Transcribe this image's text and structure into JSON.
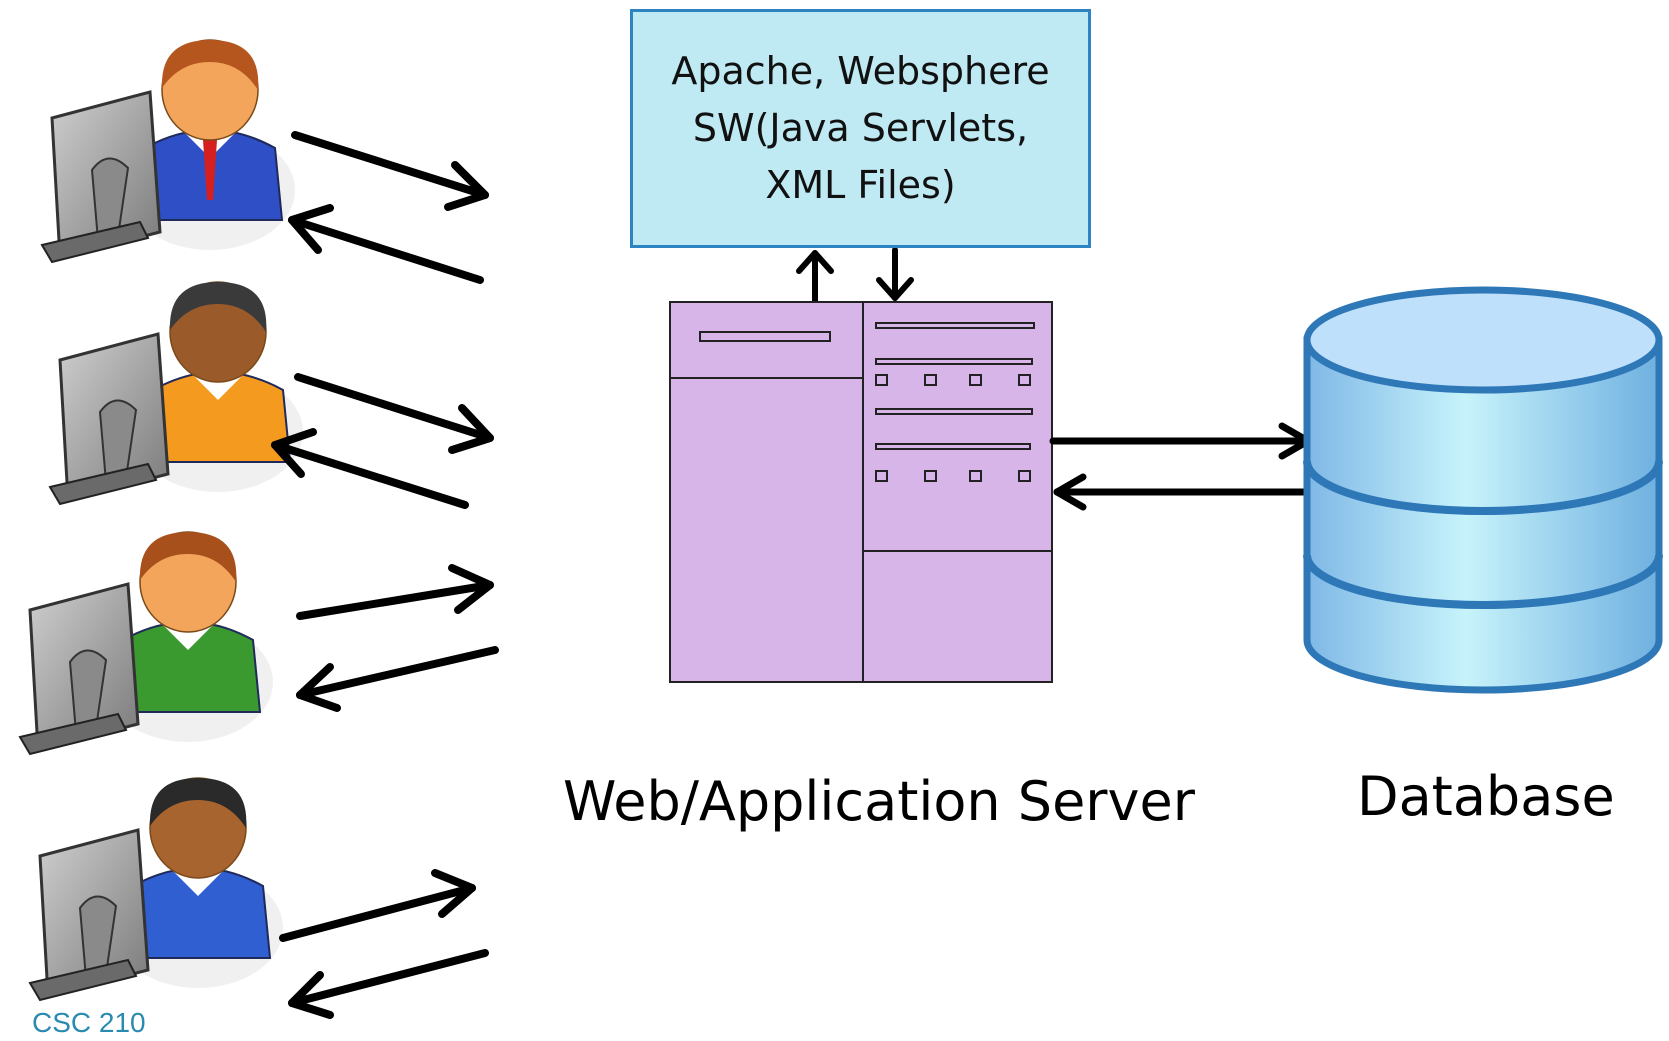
{
  "software_box": {
    "lines": [
      "Apache, Websphere",
      "SW(Java Servlets,",
      "XML Files)"
    ]
  },
  "labels": {
    "server": "Web/Application Server",
    "database": "Database"
  },
  "footer": "CSC 210",
  "clients": [
    {
      "shirt": "#2f4fc7",
      "hair": "#b5561f",
      "skin": "#f4a55c",
      "tie": true
    },
    {
      "shirt": "#f49a1f",
      "hair": "#3a3a3a",
      "skin": "#9a5a2a",
      "tie": false
    },
    {
      "shirt": "#3a9a2f",
      "hair": "#a8501c",
      "skin": "#f4a55c",
      "tie": false
    },
    {
      "shirt": "#2f5fd0",
      "hair": "#2a2a2a",
      "skin": "#a8642e",
      "tie": false
    }
  ],
  "colors": {
    "server_fill": "#d8b5e8",
    "db_fill": "#a9e4f5",
    "db_stroke": "#2e78b8",
    "box_fill": "#bfeaf3",
    "box_stroke": "#2e84c3"
  }
}
